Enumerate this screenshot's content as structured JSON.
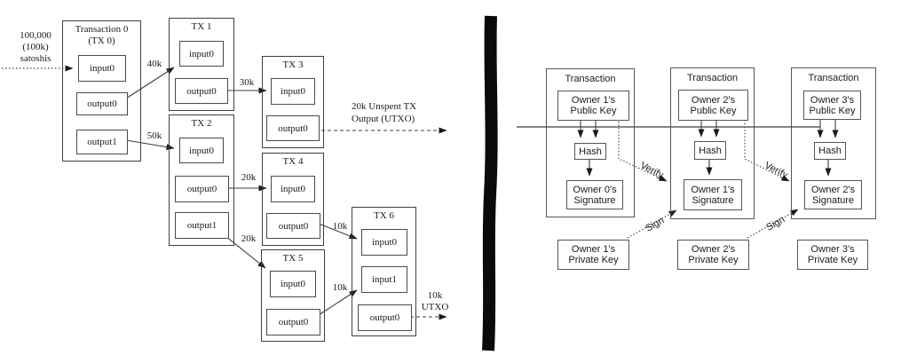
{
  "left": {
    "source": "100,000\n(100k)\nsatoshis",
    "tx0": {
      "title": "Transaction 0\n(TX 0)",
      "input0": "input0",
      "output0": "output0",
      "output1": "output1"
    },
    "tx1": {
      "title": "TX 1",
      "input0": "input0",
      "output0": "output0"
    },
    "tx2": {
      "title": "TX 2",
      "input0": "input0",
      "output0": "output0",
      "output1": "output1"
    },
    "tx3": {
      "title": "TX 3",
      "input0": "input0",
      "output0": "output0"
    },
    "tx4": {
      "title": "TX 4",
      "input0": "input0",
      "output0": "output0"
    },
    "tx5": {
      "title": "TX 5",
      "input0": "input0",
      "output0": "output0"
    },
    "tx6": {
      "title": "TX 6",
      "input0": "input0",
      "input1": "input1",
      "output0": "output0"
    },
    "flows": {
      "tx0_tx1": "40k",
      "tx0_tx2": "50k",
      "tx1_tx3": "30k",
      "tx2_tx4": "20k",
      "tx2_tx5": "20k",
      "tx4_tx6": "10k",
      "tx5_tx6": "10k",
      "utxo_20k": "20k Unspent TX\nOutput (UTXO)",
      "utxo_10k": "10k\nUTXO"
    }
  },
  "right": {
    "tx1": {
      "title": "Transaction",
      "public_key": "Owner 1's\nPublic Key",
      "hash": "Hash",
      "signature": "Owner 0's\nSignature"
    },
    "tx2": {
      "title": "Transaction",
      "public_key": "Owner 2's\nPublic Key",
      "hash": "Hash",
      "signature": "Owner 1's\nSignature"
    },
    "tx3": {
      "title": "Transaction",
      "public_key": "Owner 3's\nPublic Key",
      "hash": "Hash",
      "signature": "Owner 2's\nSignature"
    },
    "private_key1": "Owner 1's\nPrivate Key",
    "private_key2": "Owner 2's\nPrivate Key",
    "private_key3": "Owner 3's\nPrivate Key",
    "verify": "Verify",
    "sign": "Sign"
  },
  "colors": {
    "ink": "#1a1a1a",
    "line": "#3c3c3c",
    "divider": "#0a0a0a"
  }
}
